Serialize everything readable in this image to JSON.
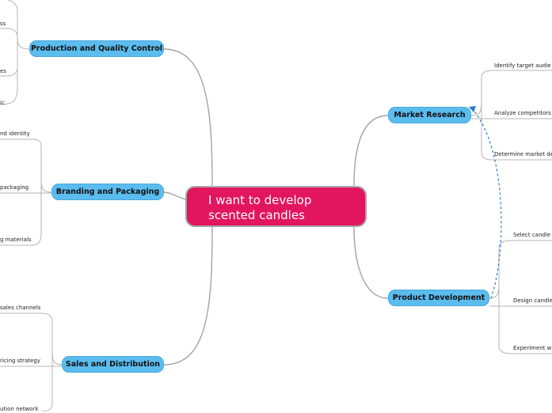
{
  "central": {
    "line1": "I want to develop",
    "line2": "scented candles"
  },
  "branches": {
    "production": {
      "label": "Production and Quality Control",
      "leaves": [
        "ss",
        "es",
        "ic"
      ]
    },
    "branding": {
      "label": "Branding and Packaging",
      "leaves": [
        "nd identity",
        "packaging",
        "g materials"
      ]
    },
    "sales": {
      "label": "Sales and Distribution",
      "leaves": [
        "sales channels",
        "ricing strategy",
        "ution network"
      ]
    },
    "market": {
      "label": "Market Research",
      "leaves": [
        "Identify target audie",
        "Analyze competitors",
        "Determine market de"
      ]
    },
    "product": {
      "label": "Product Development",
      "leaves": [
        "Select candle m",
        "Design candle",
        "Experiment wi"
      ]
    }
  },
  "colors": {
    "central": "#e2165e",
    "node": "#5bbcee",
    "connector": "#a3a3a3",
    "relationship": "#2e78c7"
  }
}
